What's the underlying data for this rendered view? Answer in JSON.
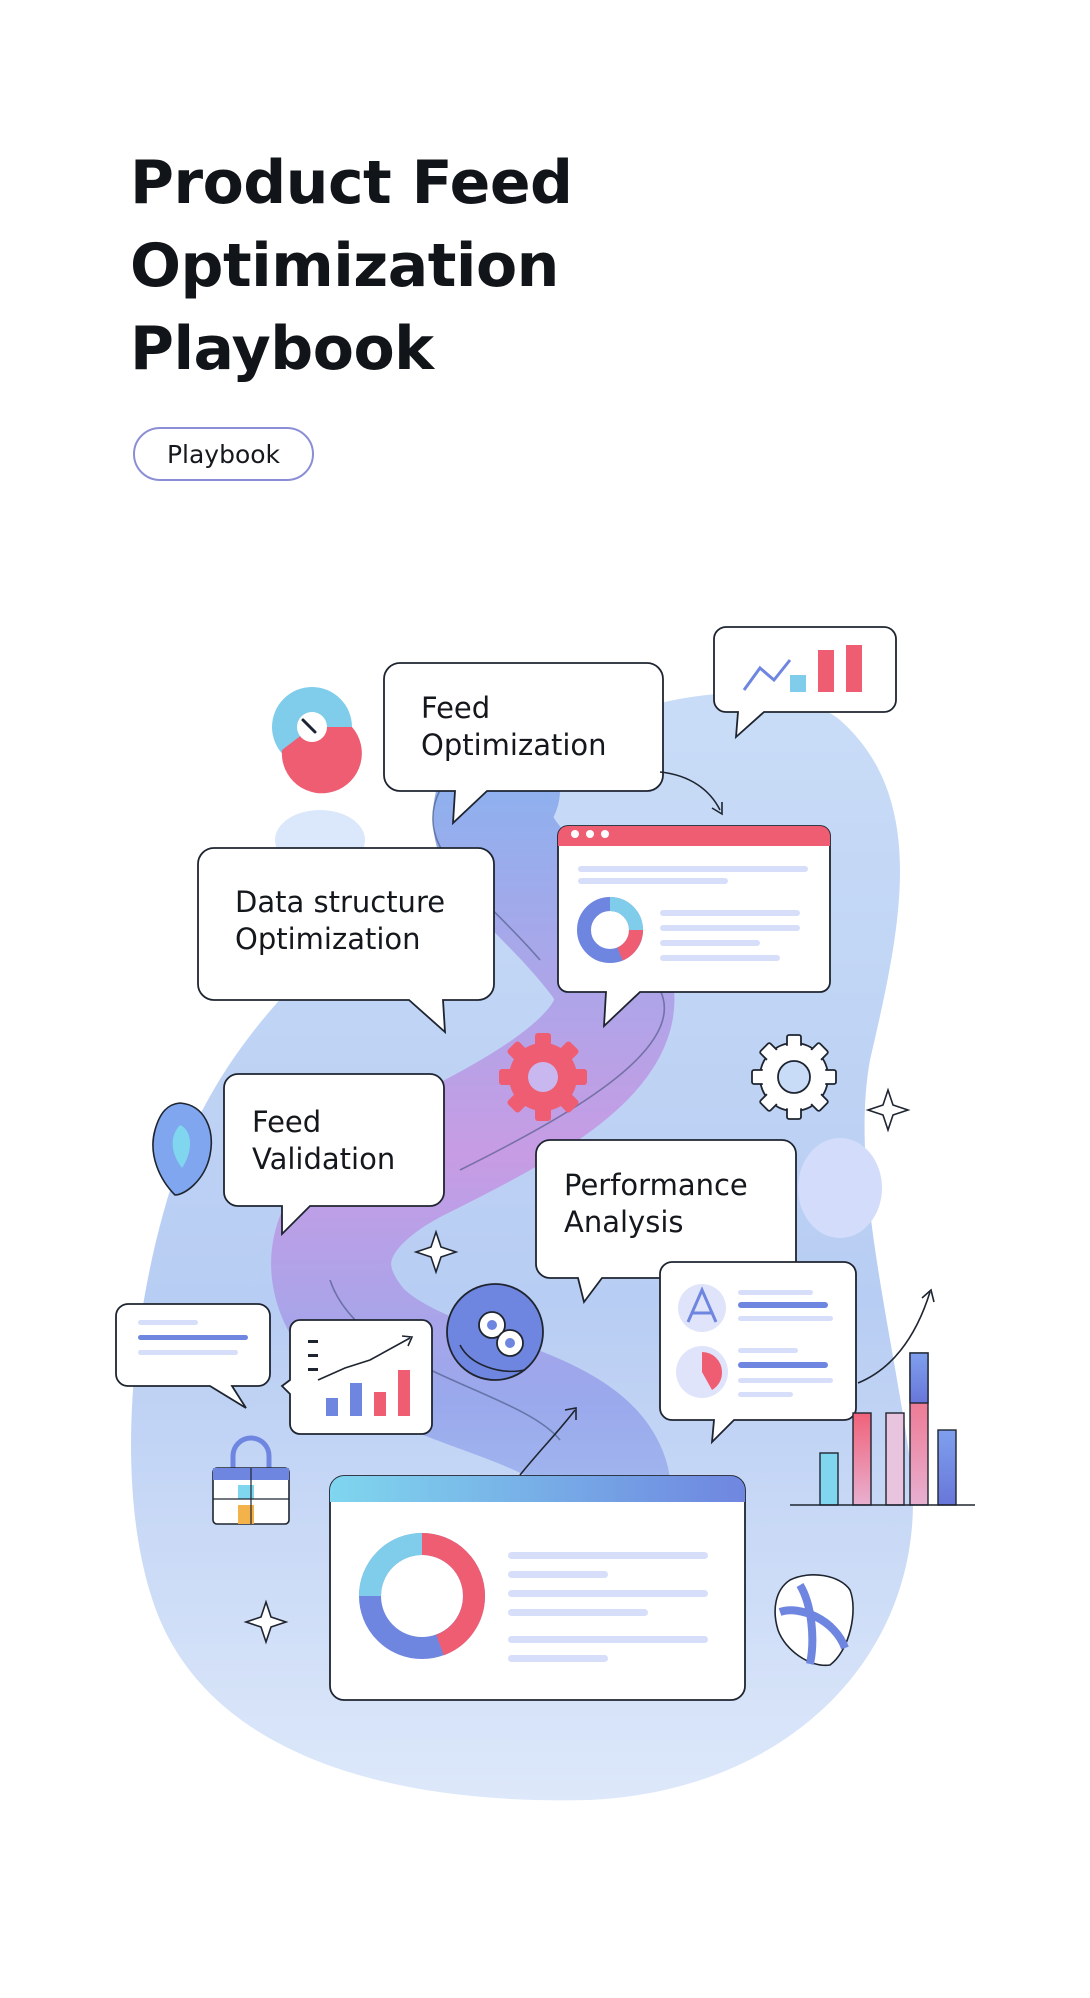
{
  "title": {
    "line1": "Product Feed",
    "line2": "Optimization",
    "line3": "Playbook"
  },
  "tag": "Playbook",
  "bubbles": {
    "feed_optimization": [
      "Feed",
      "Optimization"
    ],
    "data_structure": [
      "Data structure",
      "Optimization"
    ],
    "feed_validation": [
      "Feed",
      "Validation"
    ],
    "performance_analysis": [
      "Performance",
      "Analysis"
    ]
  },
  "colors": {
    "accent_blue": "#6f86e0",
    "accent_red": "#ee5d72",
    "accent_cyan": "#7fd2ea",
    "accent_purple": "#c38ce0",
    "blob": "#cfe0f8"
  }
}
